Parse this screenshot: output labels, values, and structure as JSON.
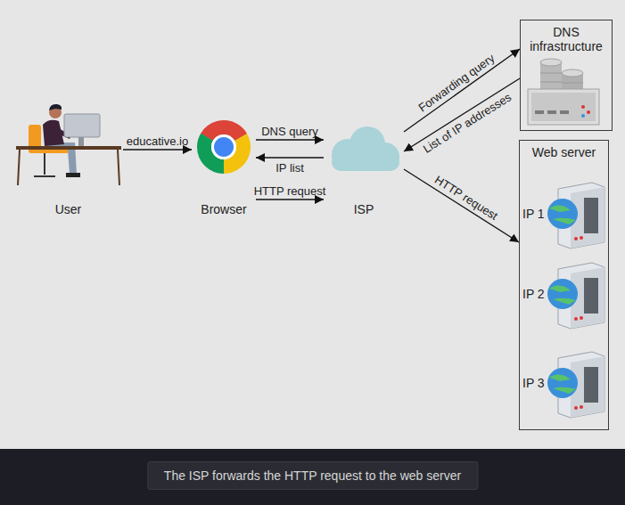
{
  "diagram": {
    "caption": "The ISP forwards the HTTP request to the web server",
    "nodes": [
      {
        "text": [
          "User"
        ]
      },
      {
        "text": [
          "Browser"
        ]
      },
      {
        "text": [
          "ISP"
        ]
      },
      {
        "text": [
          "DNS infrastructure"
        ]
      },
      {
        "text": [
          "Web server"
        ]
      },
      {
        "text": [
          "IP 1"
        ],
        "in": 4
      },
      {
        "text": [
          "IP 2"
        ],
        "in": 4
      },
      {
        "text": [
          "IP 3"
        ],
        "in": 4
      }
    ],
    "edges": [
      {
        "from": 0,
        "to": 1,
        "label": "educative.io",
        "arrow": "to"
      },
      {
        "from": 1,
        "to": 2,
        "label": "DNS query",
        "arrow": "to"
      },
      {
        "from": 2,
        "to": 1,
        "label": "IP list",
        "arrow": "to"
      },
      {
        "from": 1,
        "to": 2,
        "label": "HTTP request",
        "arrow": "to"
      },
      {
        "from": 2,
        "to": 3,
        "label": "Forwarding query",
        "arrow": "to"
      },
      {
        "from": 3,
        "to": 2,
        "label": "List of IP addresses",
        "arrow": "to"
      },
      {
        "from": 2,
        "to": 4,
        "label": "HTTP request",
        "arrow": "to"
      }
    ]
  }
}
